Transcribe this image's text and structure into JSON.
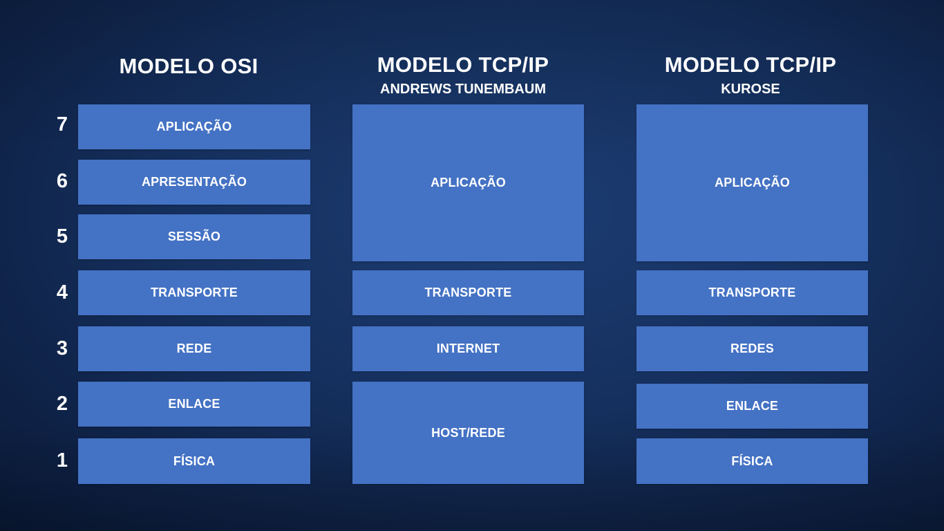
{
  "osi": {
    "title": "MODELO OSI",
    "numbers": [
      "7",
      "6",
      "5",
      "4",
      "3",
      "2",
      "1"
    ],
    "layers": [
      "APLICAÇÃO",
      "APRESENTAÇÃO",
      "SESSÃO",
      "TRANSPORTE",
      "REDE",
      "ENLACE",
      "FÍSICA"
    ]
  },
  "tanenbaum": {
    "title": "MODELO TCP/IP",
    "subtitle": "ANDREWS TUNEMBAUM",
    "layers": [
      "APLICAÇÃO",
      "TRANSPORTE",
      "INTERNET",
      "HOST/REDE"
    ]
  },
  "kurose": {
    "title": "MODELO TCP/IP",
    "subtitle": "KUROSE",
    "layers": [
      "APLICAÇÃO",
      "TRANSPORTE",
      "REDES",
      "ENLACE",
      "FÍSICA"
    ]
  }
}
